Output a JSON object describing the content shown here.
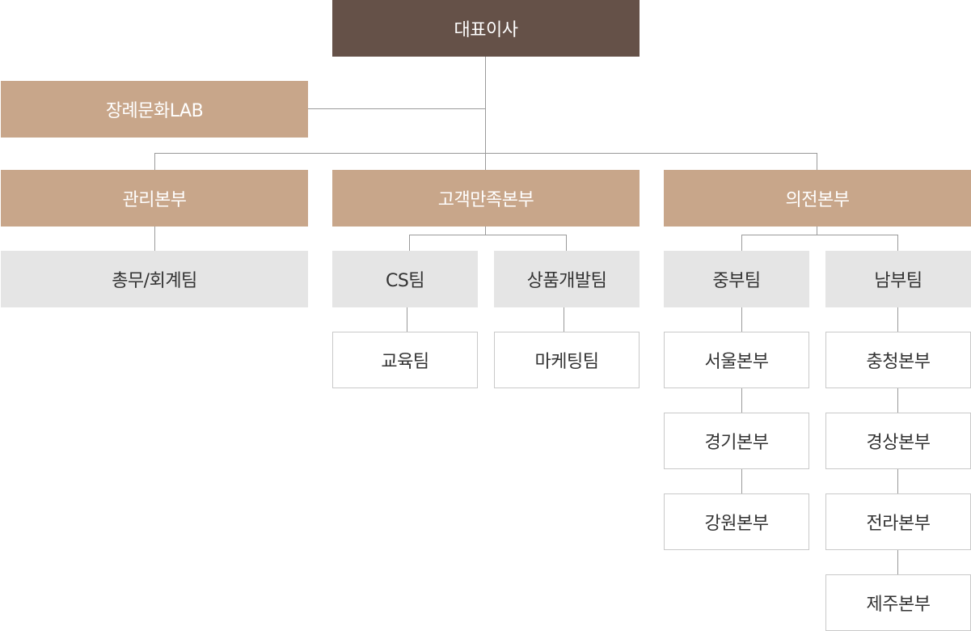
{
  "org_chart": {
    "ceo": "대표이사",
    "lab": "장례문화LAB",
    "divisions": {
      "management": "관리본부",
      "customer_satisfaction": "고객만족본부",
      "funeral": "의전본부"
    },
    "teams": {
      "general_accounting": "총무/회계팀",
      "cs": "CS팀",
      "product_dev": "상품개발팀",
      "central": "중부팀",
      "southern": "남부팀"
    },
    "units": {
      "education": "교육팀",
      "marketing": "마케팅팀",
      "seoul": "서울본부",
      "gyeonggi": "경기본부",
      "gangwon": "강원본부",
      "chungcheong": "충청본부",
      "gyeongsang": "경상본부",
      "jeolla": "전라본부",
      "jeju": "제주본부"
    }
  },
  "colors": {
    "ceo_bg": "#655148",
    "division_bg": "#c8a68a",
    "team_bg": "#e5e5e5",
    "unit_border": "#c9c9c9",
    "connector": "#9a9a9a"
  }
}
